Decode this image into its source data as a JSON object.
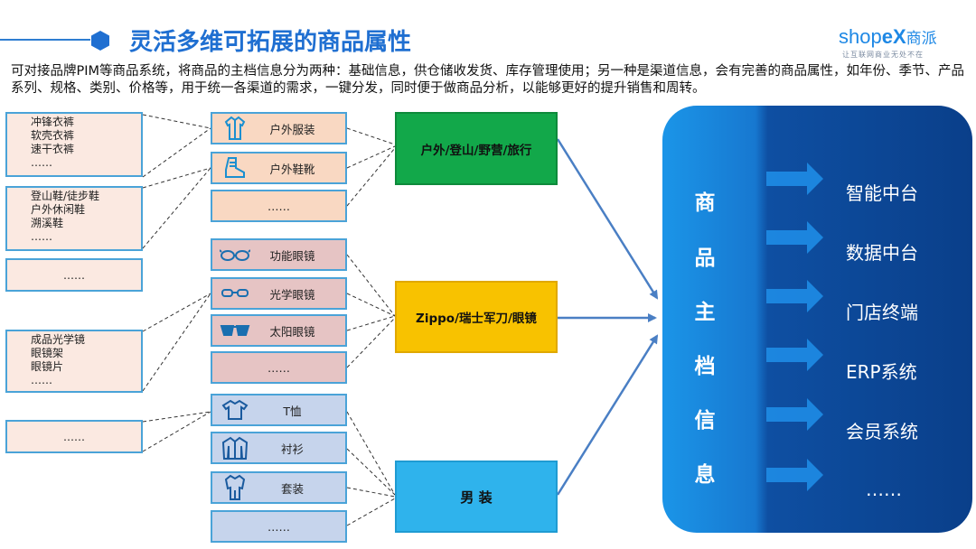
{
  "header": {
    "title": "灵活多维可拓展的商品属性",
    "logo": {
      "brand": "shopeX商派",
      "tagline": "让互联网商业无处不在"
    }
  },
  "intro": "可对接品牌PIM等商品系统，将商品的主档信息分为两种：基础信息，供仓储收发货、库存管理使用；另一种是渠道信息，会有完善的商品属性，如年份、季节、产品系列、规格、类别、价格等，用于统一各渠道的需求，一键分发，同时便于做商品分析，以能够更好的提升销售和周转。",
  "left_boxes": [
    {
      "lines": [
        "冲锋衣裤",
        "软壳衣裤",
        "速干衣裤",
        "……"
      ]
    },
    {
      "lines": [
        "登山鞋/徒步鞋",
        "户外休闲鞋",
        "溯溪鞋",
        "……"
      ]
    },
    {
      "lines": [
        "……"
      ]
    },
    {
      "lines": [
        "成品光学镜",
        "眼镜架",
        "眼镜片",
        "……"
      ]
    },
    {
      "lines": [
        "……"
      ]
    }
  ],
  "attributes": [
    {
      "label": "户外服装",
      "icon": "jacket-icon"
    },
    {
      "label": "户外鞋靴",
      "icon": "boot-icon"
    },
    {
      "label": "……",
      "icon": ""
    },
    {
      "label": "功能眼镜",
      "icon": "goggles-icon"
    },
    {
      "label": "光学眼镜",
      "icon": "eyeglasses-icon"
    },
    {
      "label": "太阳眼镜",
      "icon": "sunglasses-icon"
    },
    {
      "label": "……",
      "icon": ""
    },
    {
      "label": "T恤",
      "icon": "tshirt-icon"
    },
    {
      "label": "衬衫",
      "icon": "shirt-icon"
    },
    {
      "label": "套装",
      "icon": "suit-icon"
    },
    {
      "label": "……",
      "icon": ""
    }
  ],
  "scenes": [
    {
      "label": "户外/登山/野营/旅行",
      "color": "#12a84a"
    },
    {
      "label": "Zippo/瑞士军刀/眼镜",
      "color": "#f8c200"
    },
    {
      "label": "男 装",
      "color": "#2fb3ec"
    }
  ],
  "master": {
    "chars": [
      "商",
      "品",
      "主",
      "档",
      "信",
      "息"
    ],
    "targets": [
      "智能中台",
      "数据中台",
      "门店终端",
      "ERP系统",
      "会员系统",
      "……"
    ]
  },
  "colors": {
    "title": "#1f6fd1",
    "panel_dark": "#0a3f8a",
    "panel_light": "#1b95e8"
  }
}
